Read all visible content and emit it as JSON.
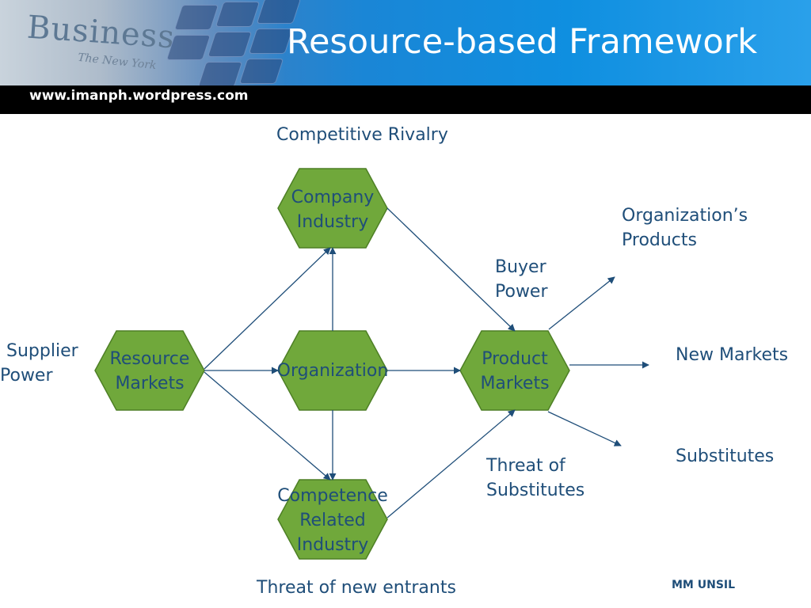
{
  "slide": {
    "title": "Resource-based Framework",
    "url": "www.imanph.wordpress.com",
    "header_image_text": "Business",
    "header_image_subtext": "The New York",
    "footer": "MM UNSIL"
  },
  "nodes": {
    "company_industry": [
      "Company",
      "Industry"
    ],
    "resource_markets": [
      "Resource",
      "Markets"
    ],
    "organization": [
      "Organization"
    ],
    "product_markets": [
      "Product",
      "Markets"
    ],
    "competence_related_industry": [
      "Competence",
      "Related",
      "Industry"
    ]
  },
  "labels": {
    "competitive_rivalry": "Competitive Rivalry",
    "supplier_power": [
      "Supplier",
      "Power"
    ],
    "buyer_power": [
      "Buyer",
      "Power"
    ],
    "organizations_products": [
      "Organization’s",
      "Products"
    ],
    "new_markets": "New Markets",
    "substitutes": "Substitutes",
    "threat_of_substitutes": [
      "Threat of",
      "Substitutes"
    ],
    "threat_of_new_entrants": "Threat of new entrants"
  },
  "colors": {
    "hex_fill": "#70a83b",
    "hex_stroke": "#4d7f25",
    "text": "#1f4e79",
    "arrow": "#1f4e79"
  }
}
